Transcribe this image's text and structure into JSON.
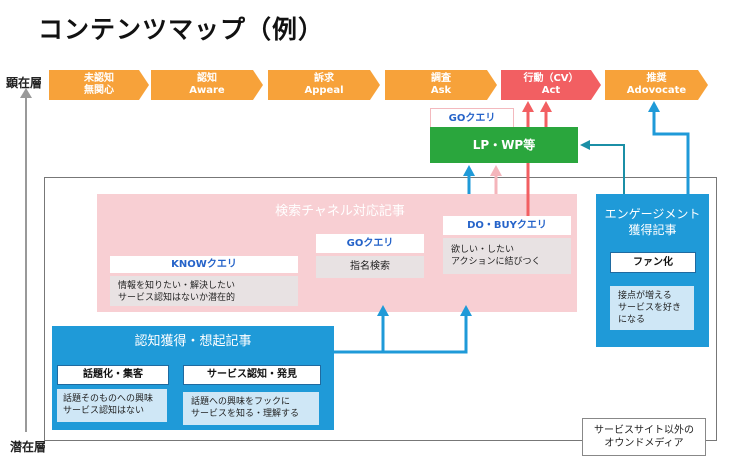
{
  "title": "コンテンツマップ（例）",
  "axis": {
    "top_label": "顕在層",
    "bottom_label": "潜在層"
  },
  "stages": [
    {
      "line1": "未認知",
      "line2": "無関心",
      "color": "#f7a23a"
    },
    {
      "line1": "認知",
      "line2": "Aware",
      "color": "#f7a23a"
    },
    {
      "line1": "訴求",
      "line2": "Appeal",
      "color": "#f7a23a"
    },
    {
      "line1": "調査",
      "line2": "Ask",
      "color": "#f7a23a"
    },
    {
      "line1": "行動（CV）",
      "line2": "Act",
      "color": "#f25f62"
    },
    {
      "line1": "推奨",
      "line2": "Adovocate",
      "color": "#f7a23a"
    }
  ],
  "go_query_top": "GOクエリ",
  "lp_wp": "LP・WP等",
  "search_channel": {
    "title": "検索チャネル対応記事",
    "know": {
      "label": "KNOWクエリ",
      "desc_line1": "情報を知りたい・解決したい",
      "desc_line2": "サービス認知はないか潜在的"
    },
    "go": {
      "label": "GOクエリ",
      "desc": "指名検索"
    },
    "do_buy": {
      "label": "DO・BUYクエリ",
      "desc_line1": "欲しい・したい",
      "desc_line2": "アクションに結びつく"
    }
  },
  "awareness": {
    "title": "認知獲得・想起記事",
    "topic": {
      "label": "話題化・集客",
      "desc_line1": "話題そのものへの興味",
      "desc_line2": "サービス認知はない"
    },
    "service": {
      "label": "サービス認知・発見",
      "desc_line1": "話題への興味をフックに",
      "desc_line2": "サービスを知る・理解する"
    }
  },
  "engagement": {
    "title_line1": "エンゲージメント",
    "title_line2": "獲得記事",
    "fan_label": "ファン化",
    "desc_line1": "接点が増える",
    "desc_line2": "サービスを好き",
    "desc_line3": "になる"
  },
  "owned_media": {
    "line1": "サービスサイト以外の",
    "line2": "オウンドメディア"
  },
  "colors": {
    "orange": "#f7a23a",
    "red": "#f25f62",
    "green": "#2aa63d",
    "blue": "#1f9ad8",
    "teal": "#1b8fa6",
    "pink": "#f8cfd3"
  }
}
